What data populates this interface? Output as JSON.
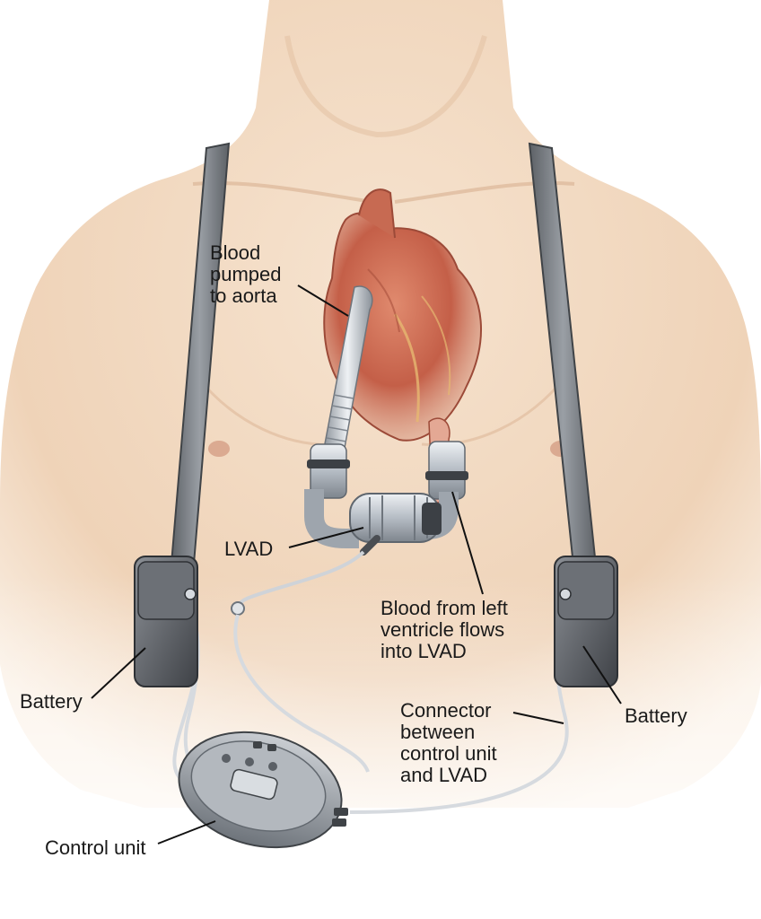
{
  "labels": {
    "aorta": "Blood\npumped\nto aorta",
    "lvad": "LVAD",
    "left_ventricle": "Blood from left\nventricle flows\ninto LVAD",
    "battery_left": "Battery",
    "battery_right": "Battery",
    "connector": "Connector\nbetween\ncontrol unit\nand LVAD",
    "control_unit": "Control unit"
  },
  "colors": {
    "skin": "#f3ddc6",
    "heart": "#c8604a",
    "strap": "#6f7378",
    "device_metal": "#b9bfc6",
    "battery": "#4a4d52"
  },
  "icons": [
    "torso",
    "heart",
    "lvad-pump",
    "battery",
    "control-unit",
    "cable"
  ]
}
